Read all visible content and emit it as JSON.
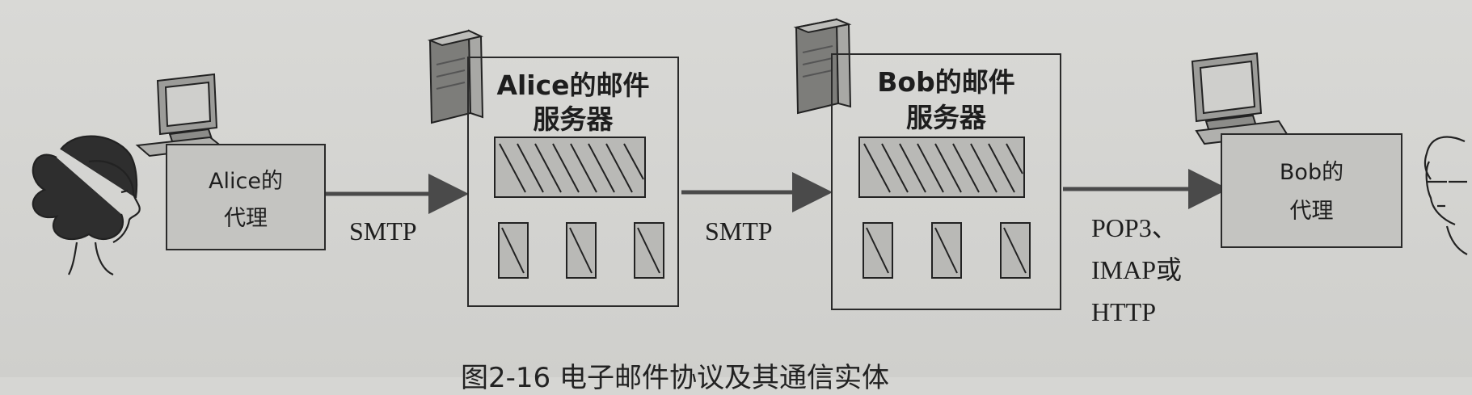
{
  "agents": {
    "alice": {
      "label_line1": "Alice的",
      "label_line2": "代理"
    },
    "bob": {
      "label_line1": "Bob的",
      "label_line2": "代理"
    }
  },
  "servers": {
    "alice": {
      "label_line1": "Alice的邮件",
      "label_line2": "服务器"
    },
    "bob": {
      "label_line1": "Bob的邮件",
      "label_line2": "服务器"
    }
  },
  "protocols": {
    "agent_to_server": "SMTP",
    "server_to_server": "SMTP",
    "server_to_agent": [
      "POP3、",
      "IMAP或",
      "HTTP"
    ]
  },
  "caption": "图2-16 电子邮件协议及其通信实体",
  "icons": [
    "person-icon",
    "computer-icon",
    "server-tower-icon",
    "mailbox-queue-icon",
    "arrow-icon"
  ]
}
